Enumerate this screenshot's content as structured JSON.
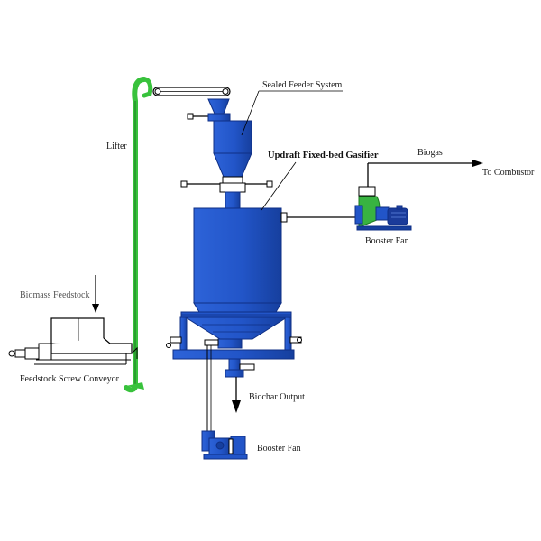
{
  "labels": {
    "sealed_feeder": "Sealed Feeder System",
    "lifter": "Lifter",
    "gasifier": "Updraft Fixed-bed Gasifier",
    "biogas": "Biogas",
    "to_combustor": "To Combustor",
    "booster_fan_right": "Booster Fan",
    "biomass_feedstock": "Biomass Feedstock",
    "screw_conveyor": "Feedstock Screw Conveyor",
    "biochar_output": "Biochar Output",
    "booster_fan_bottom": "Booster Fan"
  },
  "colors": {
    "vessel_blue": "#2255c8",
    "vessel_dark": "#13379a",
    "lifter_green": "#38c23c",
    "line": "#000000",
    "conveyor_fill": "#ffffff"
  }
}
